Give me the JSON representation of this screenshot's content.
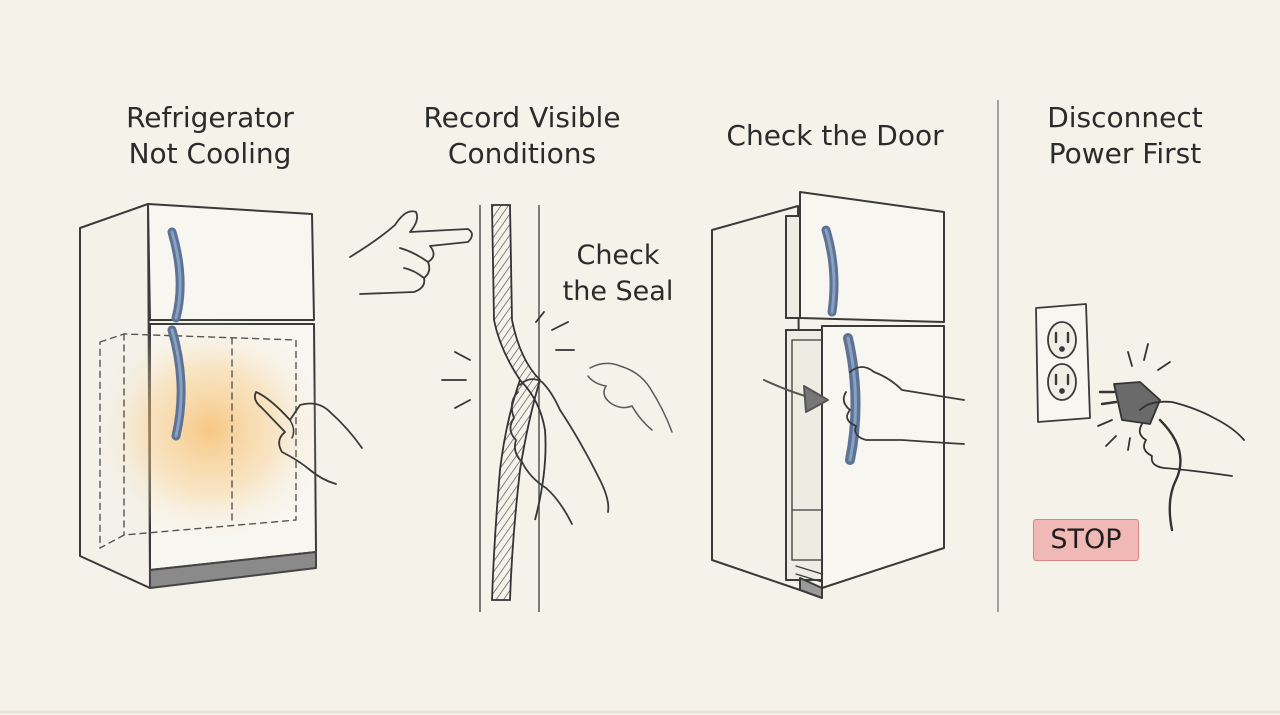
{
  "panels": [
    {
      "title_line1": "Refrigerator",
      "title_line2": "Not Cooling"
    },
    {
      "title_line1": "Record Visible",
      "title_line2": "Conditions"
    },
    {
      "title_line1": "Check the Door"
    },
    {
      "title_line1": "Disconnect",
      "title_line2": "Power First"
    }
  ],
  "seal_label": {
    "line1": "Check",
    "line2": "the Seal"
  },
  "stop_badge": "STOP",
  "colors": {
    "background": "#f5f2ea",
    "outline": "#3a3a3a",
    "handle": "#6f86a6",
    "warm_glow": "#f7c77a",
    "stop_fill": "#f0b9b6"
  },
  "icons": [
    "fridge-icon",
    "pointing-hand-icon",
    "door-gasket-icon",
    "open-door-icon",
    "wall-outlet-icon",
    "plug-icon"
  ]
}
